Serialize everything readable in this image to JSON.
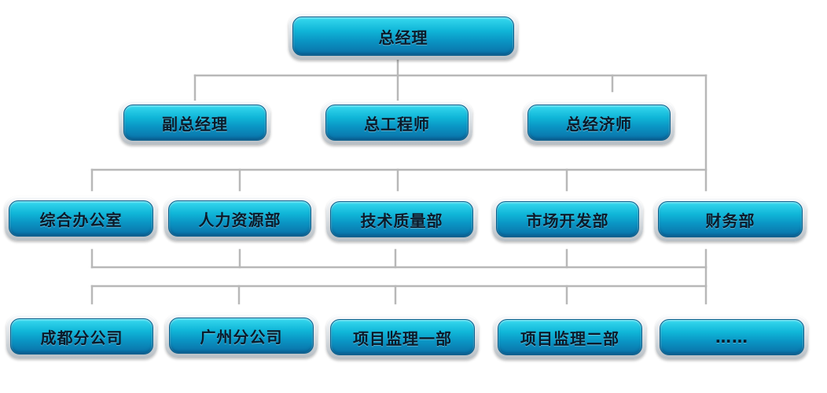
{
  "colors": {
    "connector": "#b8b8b8",
    "node_fill_top": "#37d9ef",
    "node_fill_bottom": "#0a6fa6",
    "node_frame": "#dde2e6",
    "label": "#0b1a2a"
  },
  "org_chart": {
    "root": "总经理",
    "deputies": [
      "副总经理",
      "总工程师",
      "总经济师"
    ],
    "departments": [
      "综合办公室",
      "人力资源部",
      "技术质量部",
      "市场开发部",
      "财务部"
    ],
    "branches": [
      "成都分公司",
      "广州分公司",
      "项目监理一部",
      "项目监理二部",
      "……"
    ]
  }
}
